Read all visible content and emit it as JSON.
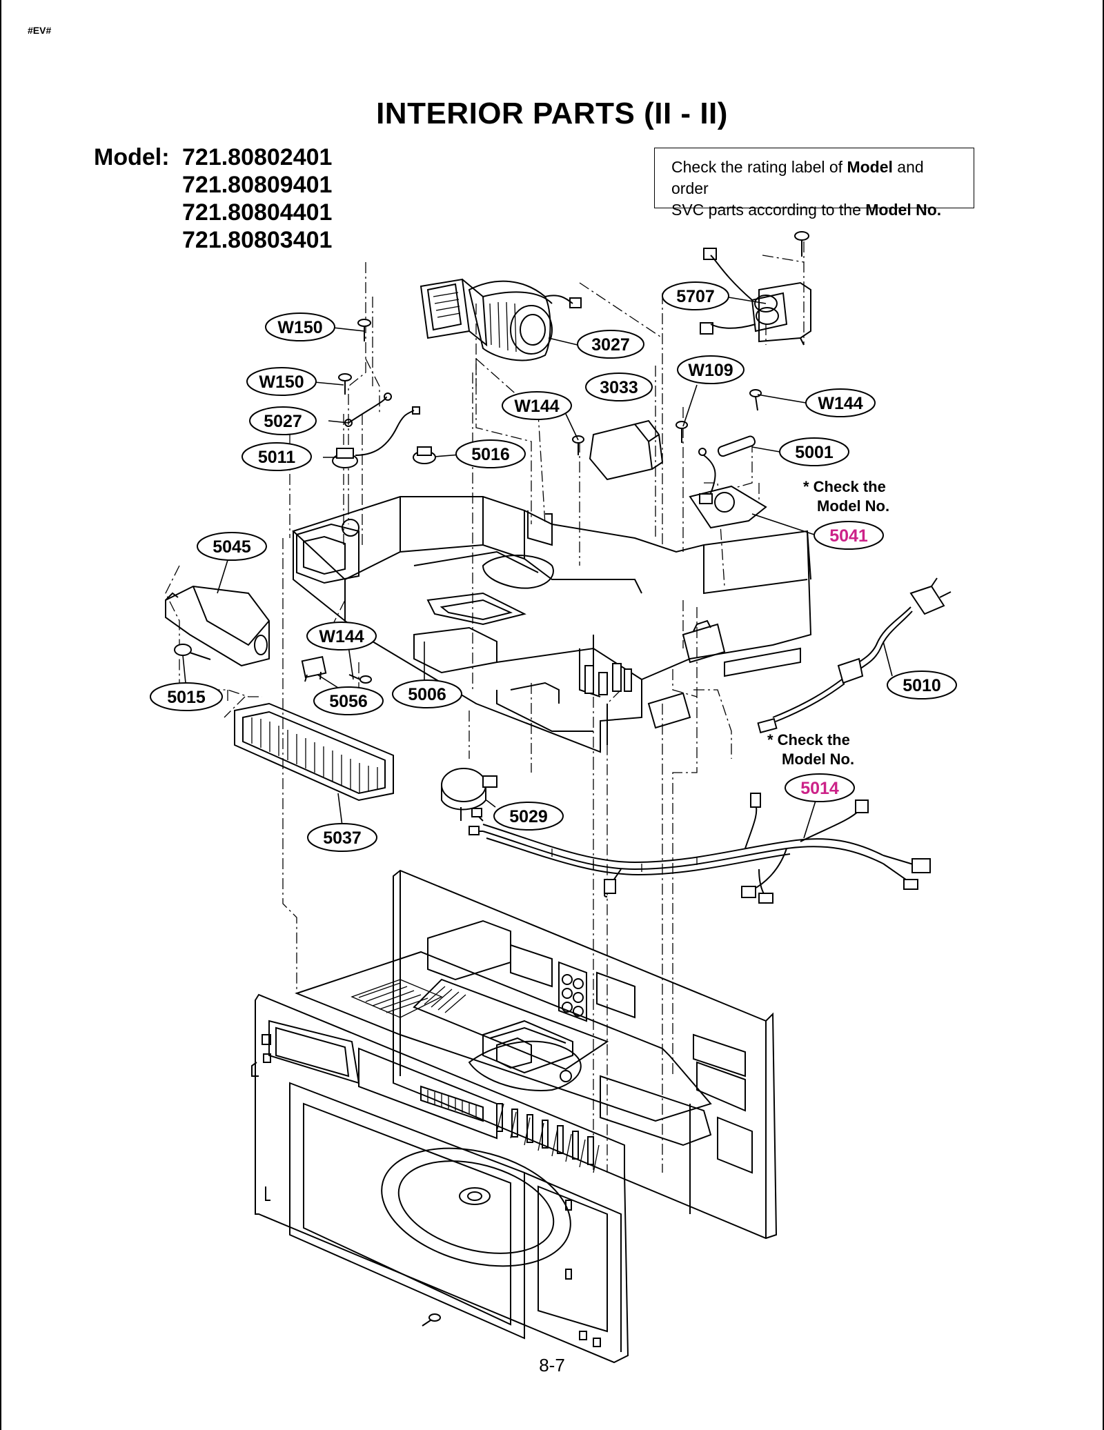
{
  "header": {
    "tag": "#EV#",
    "title": "INTERIOR PARTS (II - II)"
  },
  "models": {
    "label": "Model:",
    "numbers": [
      "721.80802401",
      "721.80809401",
      "721.80804401",
      "721.80803401"
    ]
  },
  "notice": {
    "t1": "Check the rating label of ",
    "b1": "Model",
    "t2": " and order",
    "t3": "SVC parts according to the ",
    "b2": "Model No."
  },
  "notes": {
    "n5041_line1": "* Check the",
    "n5041_line2": "Model No.",
    "n5014_line1": "* Check the",
    "n5014_line2": "Model No."
  },
  "colors": {
    "highlight": "#cc2288",
    "ink": "#000000"
  },
  "callouts": [
    {
      "id": "c-5707",
      "text": "5707",
      "highlight": false
    },
    {
      "id": "c-3027",
      "text": "3027",
      "highlight": false
    },
    {
      "id": "c-w150a",
      "text": "W150",
      "highlight": false
    },
    {
      "id": "c-w150b",
      "text": "W150",
      "highlight": false
    },
    {
      "id": "c-w109",
      "text": "W109",
      "highlight": false
    },
    {
      "id": "c-3033",
      "text": "3033",
      "highlight": false
    },
    {
      "id": "c-w144a",
      "text": "W144",
      "highlight": false
    },
    {
      "id": "c-w144b",
      "text": "W144",
      "highlight": false
    },
    {
      "id": "c-5027",
      "text": "5027",
      "highlight": false
    },
    {
      "id": "c-5011",
      "text": "5011",
      "highlight": false
    },
    {
      "id": "c-5016",
      "text": "5016",
      "highlight": false
    },
    {
      "id": "c-5001",
      "text": "5001",
      "highlight": false
    },
    {
      "id": "c-5041",
      "text": "5041",
      "highlight": true
    },
    {
      "id": "c-5045",
      "text": "5045",
      "highlight": false
    },
    {
      "id": "c-w144c",
      "text": "W144",
      "highlight": false
    },
    {
      "id": "c-5010",
      "text": "5010",
      "highlight": false
    },
    {
      "id": "c-5015",
      "text": "5015",
      "highlight": false
    },
    {
      "id": "c-5056",
      "text": "5056",
      "highlight": false
    },
    {
      "id": "c-5006",
      "text": "5006",
      "highlight": false
    },
    {
      "id": "c-5014",
      "text": "5014",
      "highlight": true
    },
    {
      "id": "c-5029",
      "text": "5029",
      "highlight": false
    },
    {
      "id": "c-5037",
      "text": "5037",
      "highlight": false
    }
  ],
  "footer": {
    "page_number": "8-7"
  }
}
